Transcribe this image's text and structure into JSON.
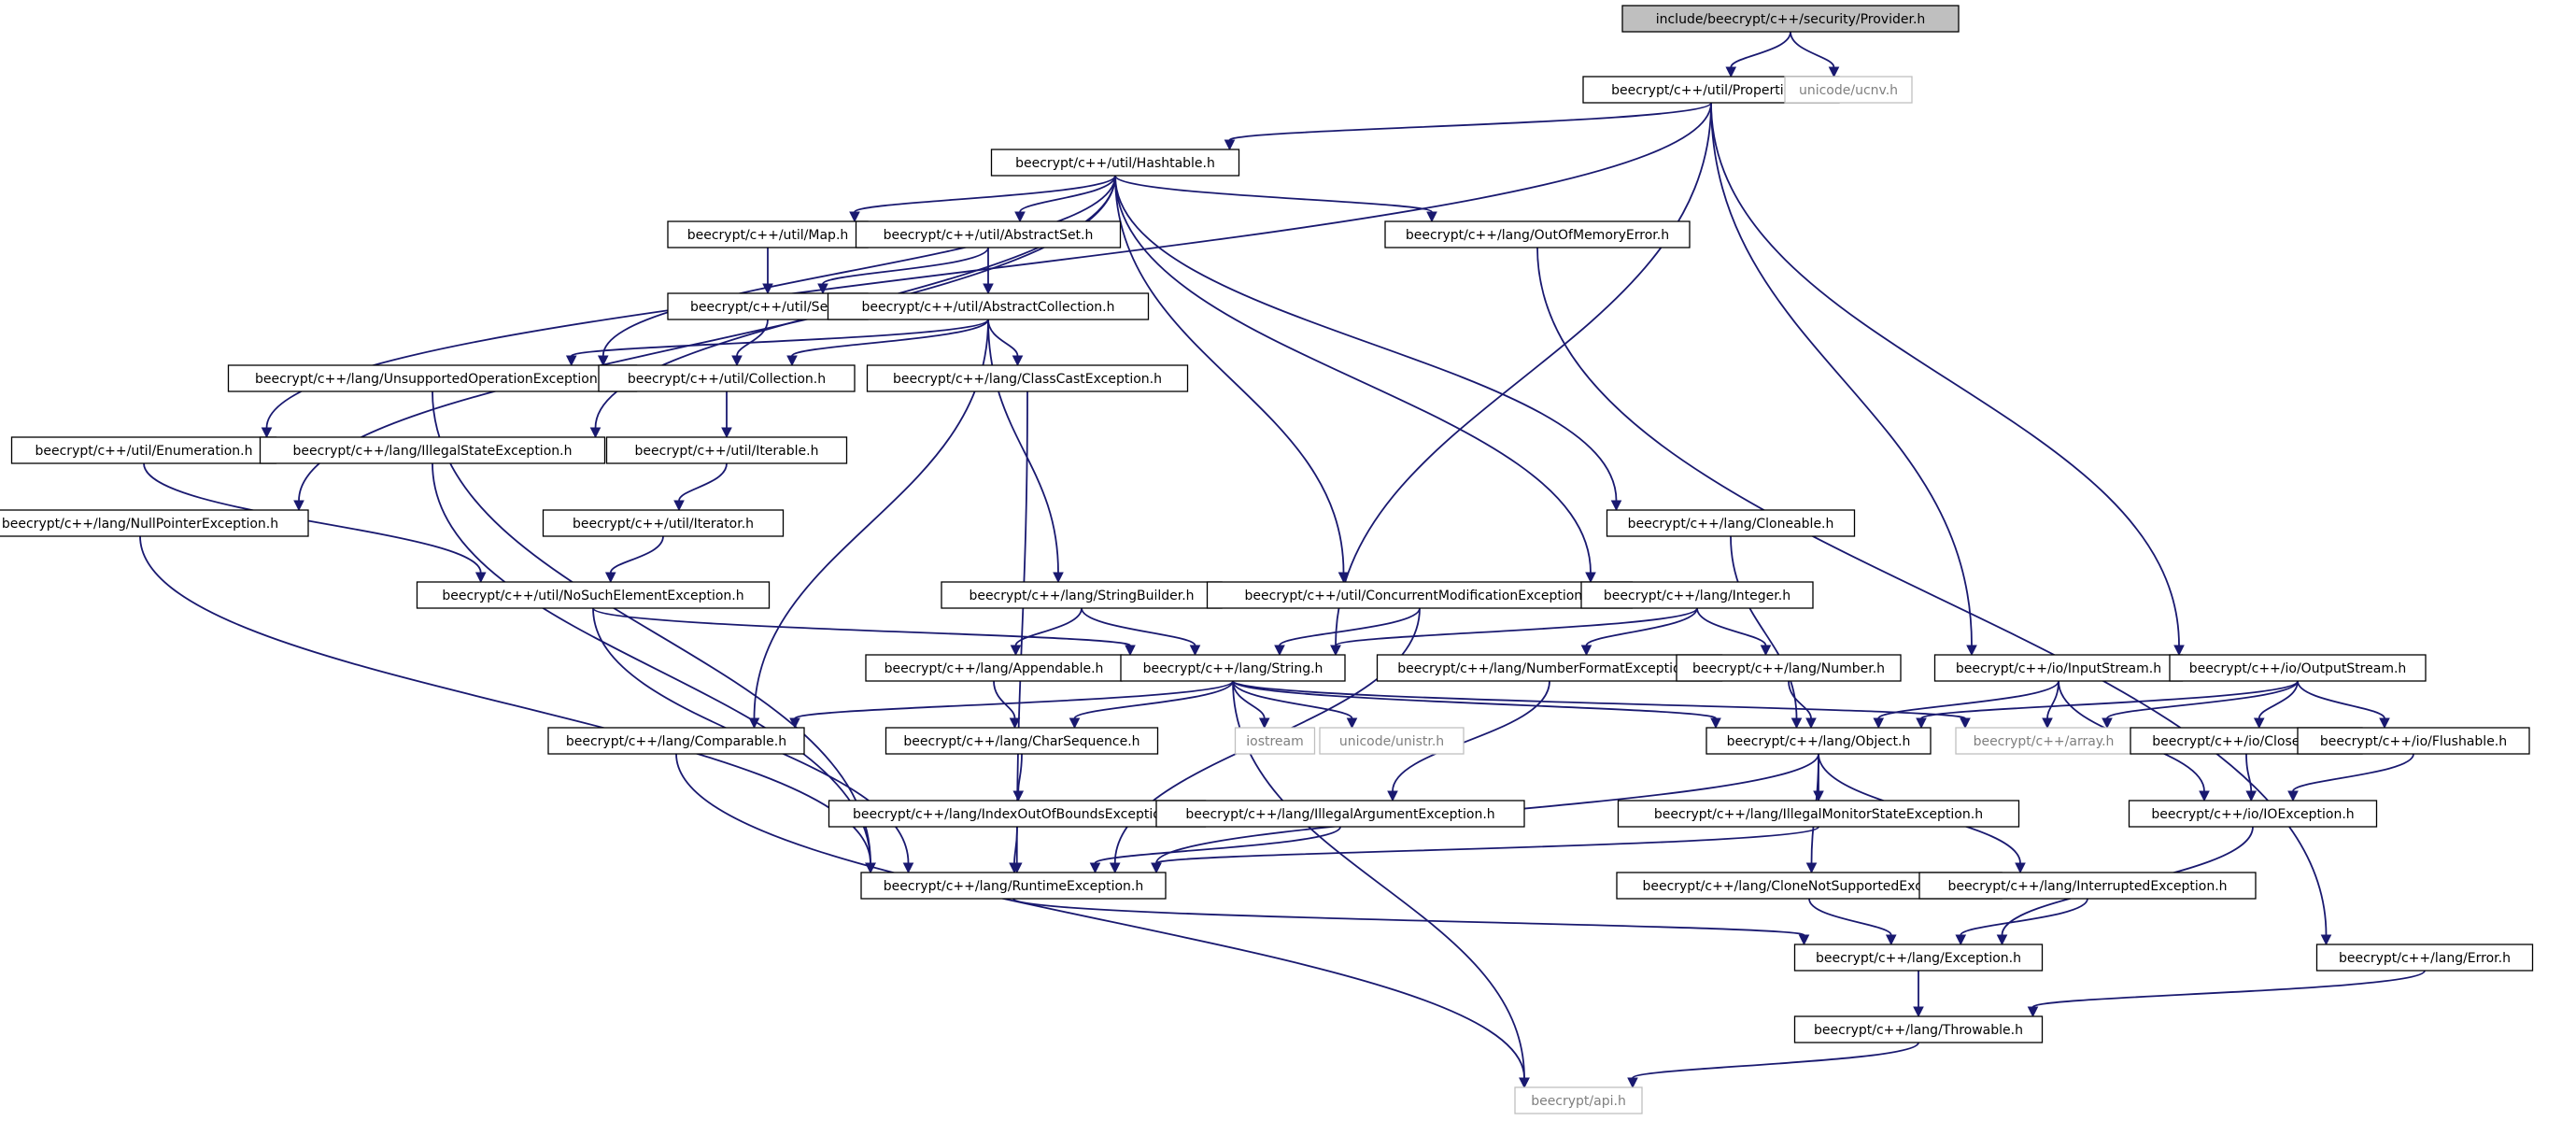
{
  "diagram_title": "",
  "colors": {
    "edge": "#191970",
    "node_border": "#000000",
    "missing_node_border": "#bfbfbf",
    "root_fill": "#bfbfbf",
    "node_fill": "#ffffff",
    "missing_text": "#7f7f7f"
  },
  "nodes": [
    {
      "id": "provider",
      "label": "include/beecrypt/c++/security/Provider.h",
      "root": true
    },
    {
      "id": "properties",
      "label": "beecrypt/c++/util/Properties.h"
    },
    {
      "id": "ucnv",
      "label": "unicode/ucnv.h",
      "missing": true
    },
    {
      "id": "hashtable",
      "label": "beecrypt/c++/util/Hashtable.h"
    },
    {
      "id": "map",
      "label": "beecrypt/c++/util/Map.h"
    },
    {
      "id": "abstractset",
      "label": "beecrypt/c++/util/AbstractSet.h"
    },
    {
      "id": "oome",
      "label": "beecrypt/c++/lang/OutOfMemoryError.h"
    },
    {
      "id": "set",
      "label": "beecrypt/c++/util/Set.h"
    },
    {
      "id": "abstractcollection",
      "label": "beecrypt/c++/util/AbstractCollection.h"
    },
    {
      "id": "uoe",
      "label": "beecrypt/c++/lang/UnsupportedOperationException.h"
    },
    {
      "id": "collection",
      "label": "beecrypt/c++/util/Collection.h"
    },
    {
      "id": "cce",
      "label": "beecrypt/c++/lang/ClassCastException.h"
    },
    {
      "id": "enumeration",
      "label": "beecrypt/c++/util/Enumeration.h"
    },
    {
      "id": "ise",
      "label": "beecrypt/c++/lang/IllegalStateException.h"
    },
    {
      "id": "iterable",
      "label": "beecrypt/c++/util/Iterable.h"
    },
    {
      "id": "npe",
      "label": "beecrypt/c++/lang/NullPointerException.h"
    },
    {
      "id": "iterator",
      "label": "beecrypt/c++/util/Iterator.h"
    },
    {
      "id": "cloneable",
      "label": "beecrypt/c++/lang/Cloneable.h"
    },
    {
      "id": "nsee",
      "label": "beecrypt/c++/util/NoSuchElementException.h"
    },
    {
      "id": "stringbuilder",
      "label": "beecrypt/c++/lang/StringBuilder.h"
    },
    {
      "id": "cme",
      "label": "beecrypt/c++/util/ConcurrentModificationException.h"
    },
    {
      "id": "integer",
      "label": "beecrypt/c++/lang/Integer.h"
    },
    {
      "id": "appendable",
      "label": "beecrypt/c++/lang/Appendable.h"
    },
    {
      "id": "string",
      "label": "beecrypt/c++/lang/String.h"
    },
    {
      "id": "nfe",
      "label": "beecrypt/c++/lang/NumberFormatException.h"
    },
    {
      "id": "number",
      "label": "beecrypt/c++/lang/Number.h"
    },
    {
      "id": "inputstream",
      "label": "beecrypt/c++/io/InputStream.h"
    },
    {
      "id": "outputstream",
      "label": "beecrypt/c++/io/OutputStream.h"
    },
    {
      "id": "comparable",
      "label": "beecrypt/c++/lang/Comparable.h"
    },
    {
      "id": "charsequence",
      "label": "beecrypt/c++/lang/CharSequence.h"
    },
    {
      "id": "iostream",
      "label": "iostream",
      "missing": true
    },
    {
      "id": "unistr",
      "label": "unicode/unistr.h",
      "missing": true
    },
    {
      "id": "object",
      "label": "beecrypt/c++/lang/Object.h"
    },
    {
      "id": "array",
      "label": "beecrypt/c++/array.h",
      "missing": true
    },
    {
      "id": "closeable",
      "label": "beecrypt/c++/io/Closeable.h"
    },
    {
      "id": "flushable",
      "label": "beecrypt/c++/io/Flushable.h"
    },
    {
      "id": "ioobe",
      "label": "beecrypt/c++/lang/IndexOutOfBoundsException.h"
    },
    {
      "id": "iae",
      "label": "beecrypt/c++/lang/IllegalArgumentException.h"
    },
    {
      "id": "imse",
      "label": "beecrypt/c++/lang/IllegalMonitorStateException.h"
    },
    {
      "id": "ioexception",
      "label": "beecrypt/c++/io/IOException.h"
    },
    {
      "id": "runtimeexception",
      "label": "beecrypt/c++/lang/RuntimeException.h"
    },
    {
      "id": "cnse",
      "label": "beecrypt/c++/lang/CloneNotSupportedException.h"
    },
    {
      "id": "interrupted",
      "label": "beecrypt/c++/lang/InterruptedException.h"
    },
    {
      "id": "exception",
      "label": "beecrypt/c++/lang/Exception.h"
    },
    {
      "id": "error",
      "label": "beecrypt/c++/lang/Error.h"
    },
    {
      "id": "throwable",
      "label": "beecrypt/c++/lang/Throwable.h"
    },
    {
      "id": "api",
      "label": "beecrypt/api.h",
      "missing": true
    }
  ],
  "edges": [
    [
      "provider",
      "properties"
    ],
    [
      "provider",
      "ucnv"
    ],
    [
      "properties",
      "hashtable"
    ],
    [
      "properties",
      "enumeration"
    ],
    [
      "properties",
      "string"
    ],
    [
      "properties",
      "inputstream"
    ],
    [
      "properties",
      "outputstream"
    ],
    [
      "hashtable",
      "map"
    ],
    [
      "hashtable",
      "abstractset"
    ],
    [
      "hashtable",
      "oome"
    ],
    [
      "hashtable",
      "uoe"
    ],
    [
      "hashtable",
      "ise"
    ],
    [
      "hashtable",
      "npe"
    ],
    [
      "hashtable",
      "cme"
    ],
    [
      "hashtable",
      "integer"
    ],
    [
      "hashtable",
      "cloneable"
    ],
    [
      "map",
      "set"
    ],
    [
      "abstractset",
      "set"
    ],
    [
      "abstractset",
      "abstractcollection"
    ],
    [
      "set",
      "collection"
    ],
    [
      "abstractcollection",
      "uoe"
    ],
    [
      "abstractcollection",
      "collection"
    ],
    [
      "abstractcollection",
      "cce"
    ],
    [
      "abstractcollection",
      "comparable"
    ],
    [
      "abstractcollection",
      "stringbuilder"
    ],
    [
      "collection",
      "iterable"
    ],
    [
      "iterable",
      "iterator"
    ],
    [
      "iterator",
      "nsee"
    ],
    [
      "enumeration",
      "nsee"
    ],
    [
      "nsee",
      "string"
    ],
    [
      "nsee",
      "runtimeexception"
    ],
    [
      "uoe",
      "runtimeexception"
    ],
    [
      "ise",
      "runtimeexception"
    ],
    [
      "npe",
      "runtimeexception"
    ],
    [
      "cce",
      "runtimeexception"
    ],
    [
      "oome",
      "error"
    ],
    [
      "cloneable",
      "object"
    ],
    [
      "stringbuilder",
      "string"
    ],
    [
      "stringbuilder",
      "appendable"
    ],
    [
      "cme",
      "string"
    ],
    [
      "cme",
      "runtimeexception"
    ],
    [
      "integer",
      "string"
    ],
    [
      "integer",
      "nfe"
    ],
    [
      "integer",
      "number"
    ],
    [
      "appendable",
      "charsequence"
    ],
    [
      "string",
      "comparable"
    ],
    [
      "string",
      "charsequence"
    ],
    [
      "string",
      "iostream"
    ],
    [
      "string",
      "unistr"
    ],
    [
      "string",
      "object"
    ],
    [
      "string",
      "array"
    ],
    [
      "string",
      "api"
    ],
    [
      "nfe",
      "iae"
    ],
    [
      "number",
      "object"
    ],
    [
      "inputstream",
      "object"
    ],
    [
      "inputstream",
      "array"
    ],
    [
      "inputstream",
      "ioexception"
    ],
    [
      "outputstream",
      "object"
    ],
    [
      "outputstream",
      "array"
    ],
    [
      "outputstream",
      "closeable"
    ],
    [
      "outputstream",
      "flushable"
    ],
    [
      "comparable",
      "api"
    ],
    [
      "charsequence",
      "ioobe"
    ],
    [
      "ioobe",
      "runtimeexception"
    ],
    [
      "object",
      "imse"
    ],
    [
      "object",
      "runtimeexception"
    ],
    [
      "object",
      "cnse"
    ],
    [
      "object",
      "interrupted"
    ],
    [
      "closeable",
      "ioexception"
    ],
    [
      "flushable",
      "ioexception"
    ],
    [
      "iae",
      "runtimeexception"
    ],
    [
      "imse",
      "runtimeexception"
    ],
    [
      "ioexception",
      "exception"
    ],
    [
      "runtimeexception",
      "exception"
    ],
    [
      "cnse",
      "exception"
    ],
    [
      "interrupted",
      "exception"
    ],
    [
      "exception",
      "throwable"
    ],
    [
      "error",
      "throwable"
    ],
    [
      "throwable",
      "api"
    ]
  ]
}
